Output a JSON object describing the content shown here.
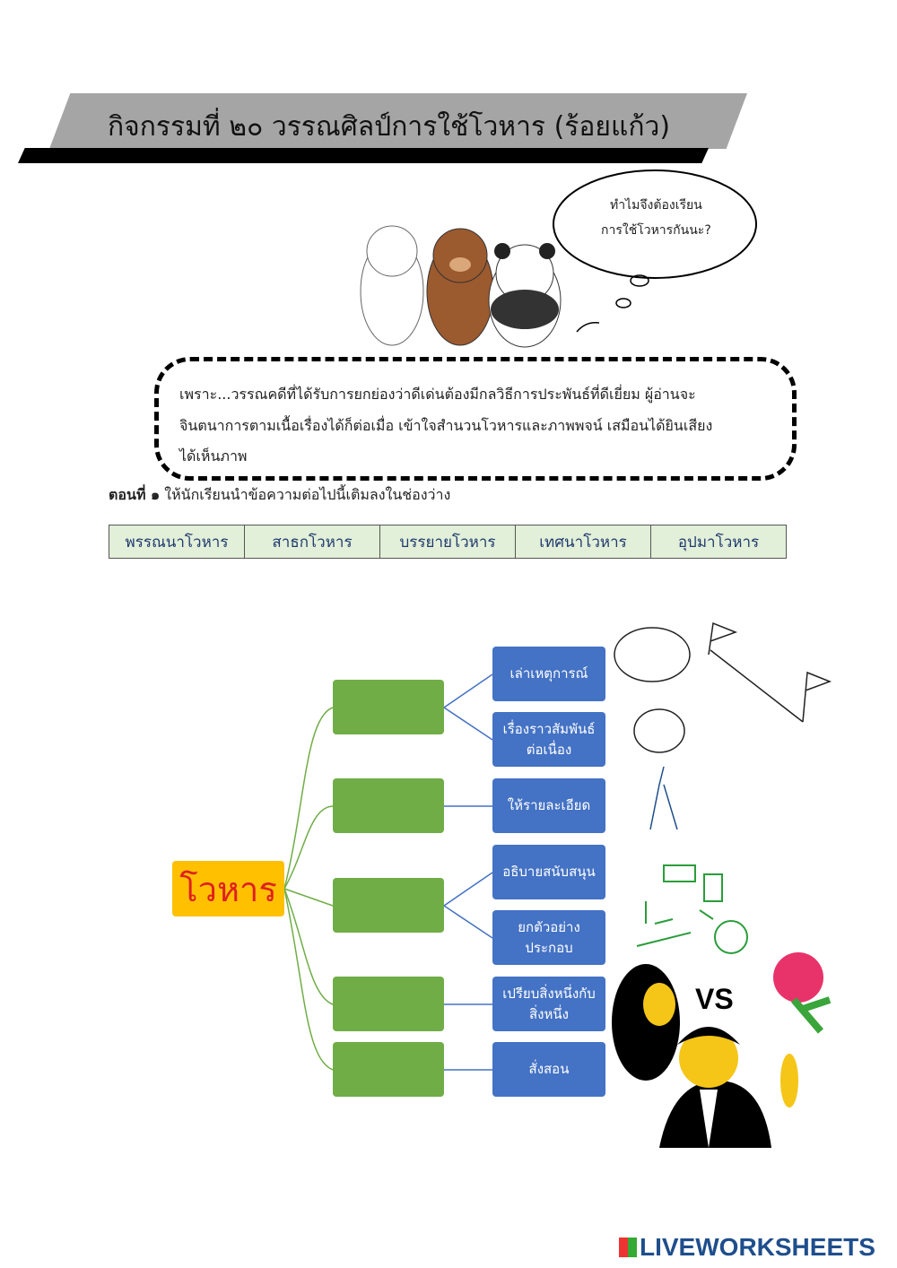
{
  "title": "กิจกรรมที่ ๒๐ วรรณศิลป์การใช้โวหาร (ร้อยแก้ว)",
  "thought_bubble": [
    "ทำไมจึงต้องเรียน",
    "การใช้โวหารกันนะ?"
  ],
  "answer_box": [
    "เพราะ...วรรณคดีที่ได้รับการยกย่องว่าดีเด่นต้องมีกลวิธีการประพันธ์ที่ดีเยี่ยม ผู้อ่านจะ",
    "จินตนาการตามเนื้อเรื่องได้ก็ต่อเมื่อ เข้าใจสำนวนโวหารและภาพพจน์ เสมือนได้ยินเสียง",
    "ได้เห็นภาพ"
  ],
  "instruction": {
    "label": "ตอนที่ ๑",
    "text": " ให้นักเรียนนำข้อความต่อไปนี้เติมลงในช่องว่าง"
  },
  "word_bank": [
    "พรรณนาโวหาร",
    "สาธกโวหาร",
    "บรรยายโวหาร",
    "เทศนาโวหาร",
    "อุปมาโวหาร"
  ],
  "mindmap": {
    "center": "โวหาร",
    "details": [
      "เล่าเหตุการณ์",
      "เรื่องราวสัมพันธ์ต่อเนื่อง",
      "ให้รายละเอียด",
      "อธิบายสนับสนุน",
      "ยกตัวอย่างประกอบ",
      "เปรียบสิ่งหนึ่งกับสิ่งหนึ่ง",
      "สั่งสอน"
    ]
  },
  "vs_label": "VS",
  "logo": "LIVEWORKSHEETS",
  "colors": {
    "center": "#ffc000",
    "answer": "#70ad47",
    "detail": "#4472c4"
  }
}
